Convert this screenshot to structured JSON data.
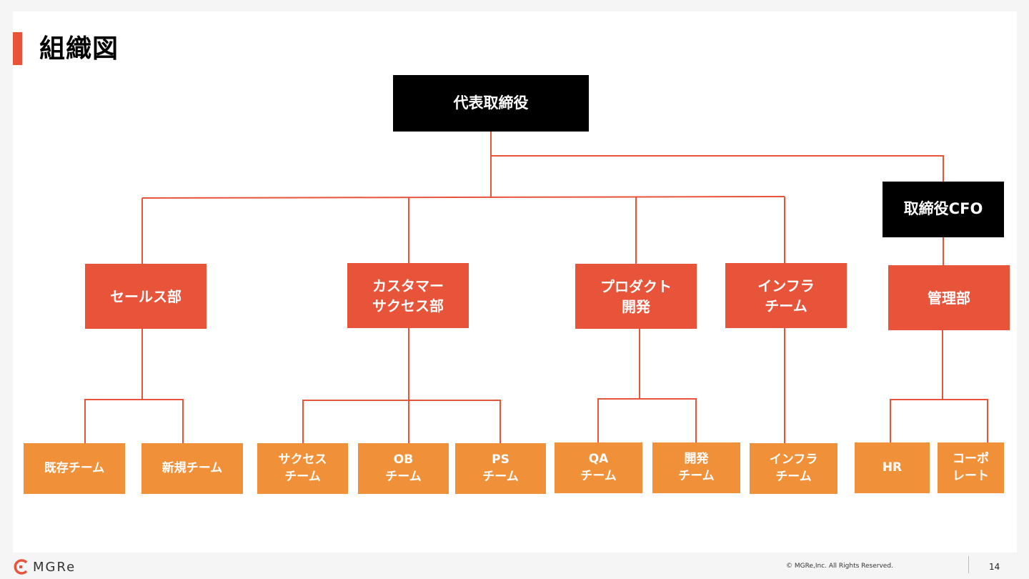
{
  "title": "組織図",
  "colors": {
    "accent": "#e8543a",
    "orange": "#f0913a",
    "black": "#000000",
    "line": "#e8543a"
  },
  "nodes": {
    "ceo": "代表取締役",
    "cfo": "取締役CFO",
    "sales": "セールス部",
    "cs": "カスタマー\nサクセス部",
    "product": "プロダクト\n開発",
    "infra": "インフラ\nチーム",
    "admin": "管理部",
    "existing": "既存チーム",
    "new": "新規チーム",
    "success": "サクセス\nチーム",
    "ob": "OB\nチーム",
    "ps": "PS\nチーム",
    "qa": "QA\nチーム",
    "dev": "開発\nチーム",
    "infra_team": "インフラ\nチーム",
    "hr": "HR",
    "corporate": "コーポ\nレート"
  },
  "footer": {
    "logo_text": "MGRe",
    "copyright": "© MGRe,Inc. All Rights Reserved.",
    "page_number": "14"
  }
}
